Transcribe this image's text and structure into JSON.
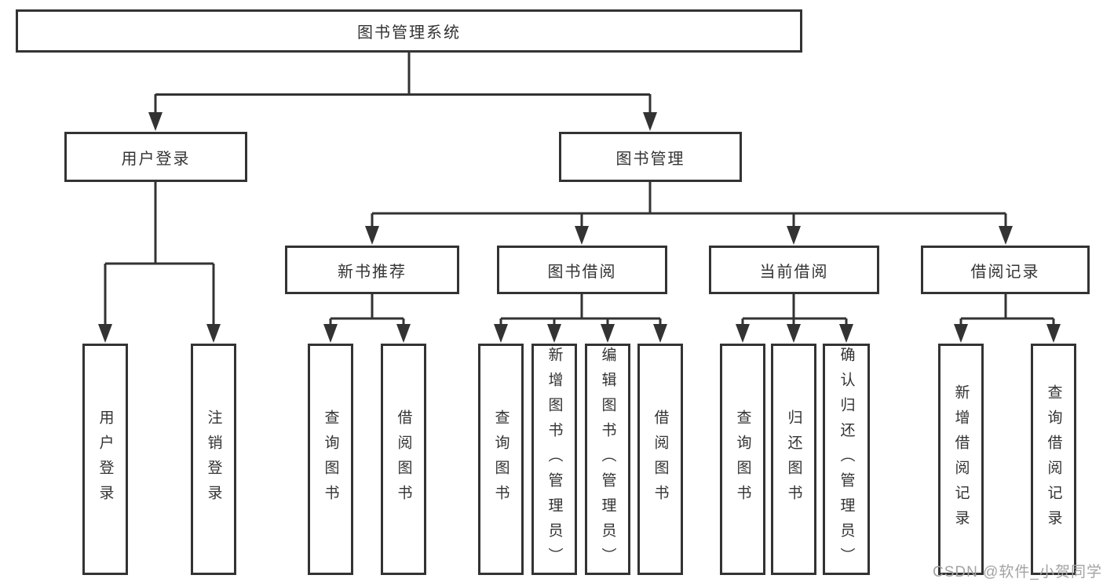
{
  "colors": {
    "line": "#333333",
    "text": "#333333",
    "background": "#ffffff",
    "watermark": "#a3a3a3"
  },
  "watermark": {
    "text": "CSDN @软件_小贺同学"
  },
  "diagram": {
    "type": "tree",
    "title": "图书管理系统",
    "nodes": {
      "root": "图书管理系统",
      "user_login": "用户登录",
      "book_mgmt": "图书管理",
      "new_book_rec": "新书推荐",
      "book_borrow": "图书借阅",
      "current_borrow": "当前借阅",
      "borrow_records": "借阅记录",
      "leaf_user_login": "用户登录",
      "leaf_logout": "注销登录",
      "rec_query_book": "查询图书",
      "rec_borrow_book": "借阅图书",
      "bor_query_book": "查询图书",
      "bor_add_book": "新增图书（管理员）",
      "bor_edit_book": "编辑图书（管理员）",
      "bor_borrow_book": "借阅图书",
      "cur_query_book": "查询图书",
      "cur_return_book": "归还图书",
      "cur_confirm_return": "确认归还（管理员）",
      "log_add_record": "新增借阅记录",
      "log_query_record": "查询借阅记录"
    },
    "hierarchy": {
      "图书管理系统": {
        "用户登录": [
          "用户登录",
          "注销登录"
        ],
        "图书管理": {
          "新书推荐": [
            "查询图书",
            "借阅图书"
          ],
          "图书借阅": [
            "查询图书",
            "新增图书（管理员）",
            "编辑图书（管理员）",
            "借阅图书"
          ],
          "当前借阅": [
            "查询图书",
            "归还图书",
            "确认归还（管理员）"
          ],
          "借阅记录": [
            "新增借阅记录",
            "查询借阅记录"
          ]
        }
      }
    }
  }
}
